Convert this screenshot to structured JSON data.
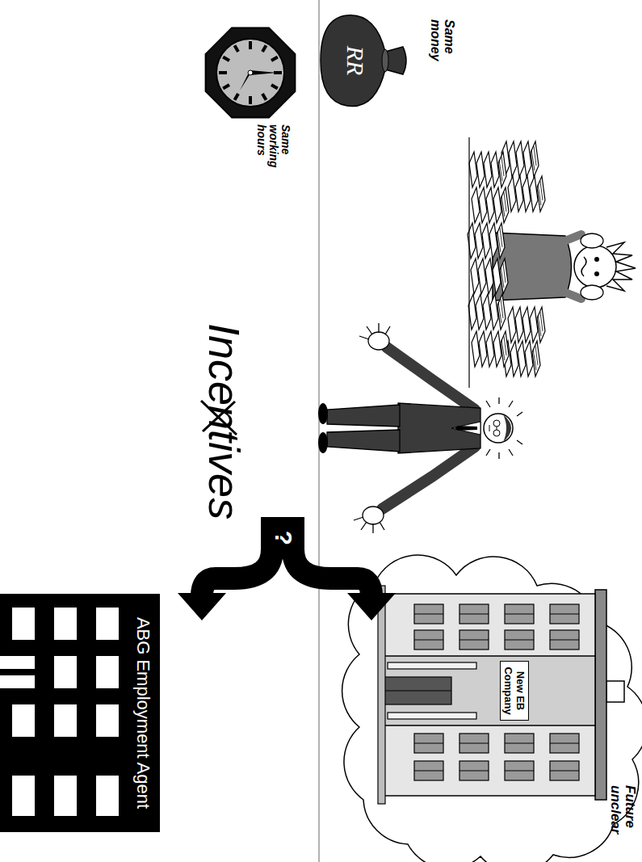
{
  "diagram": {
    "nodes": [
      {
        "text": [
          "New EB Company"
        ]
      },
      {
        "text": [
          "ABG Employment Agent"
        ]
      }
    ],
    "labels": [
      "Same money",
      "RR",
      "Same working hours",
      "Incentives",
      "?",
      "Future unclear"
    ]
  }
}
